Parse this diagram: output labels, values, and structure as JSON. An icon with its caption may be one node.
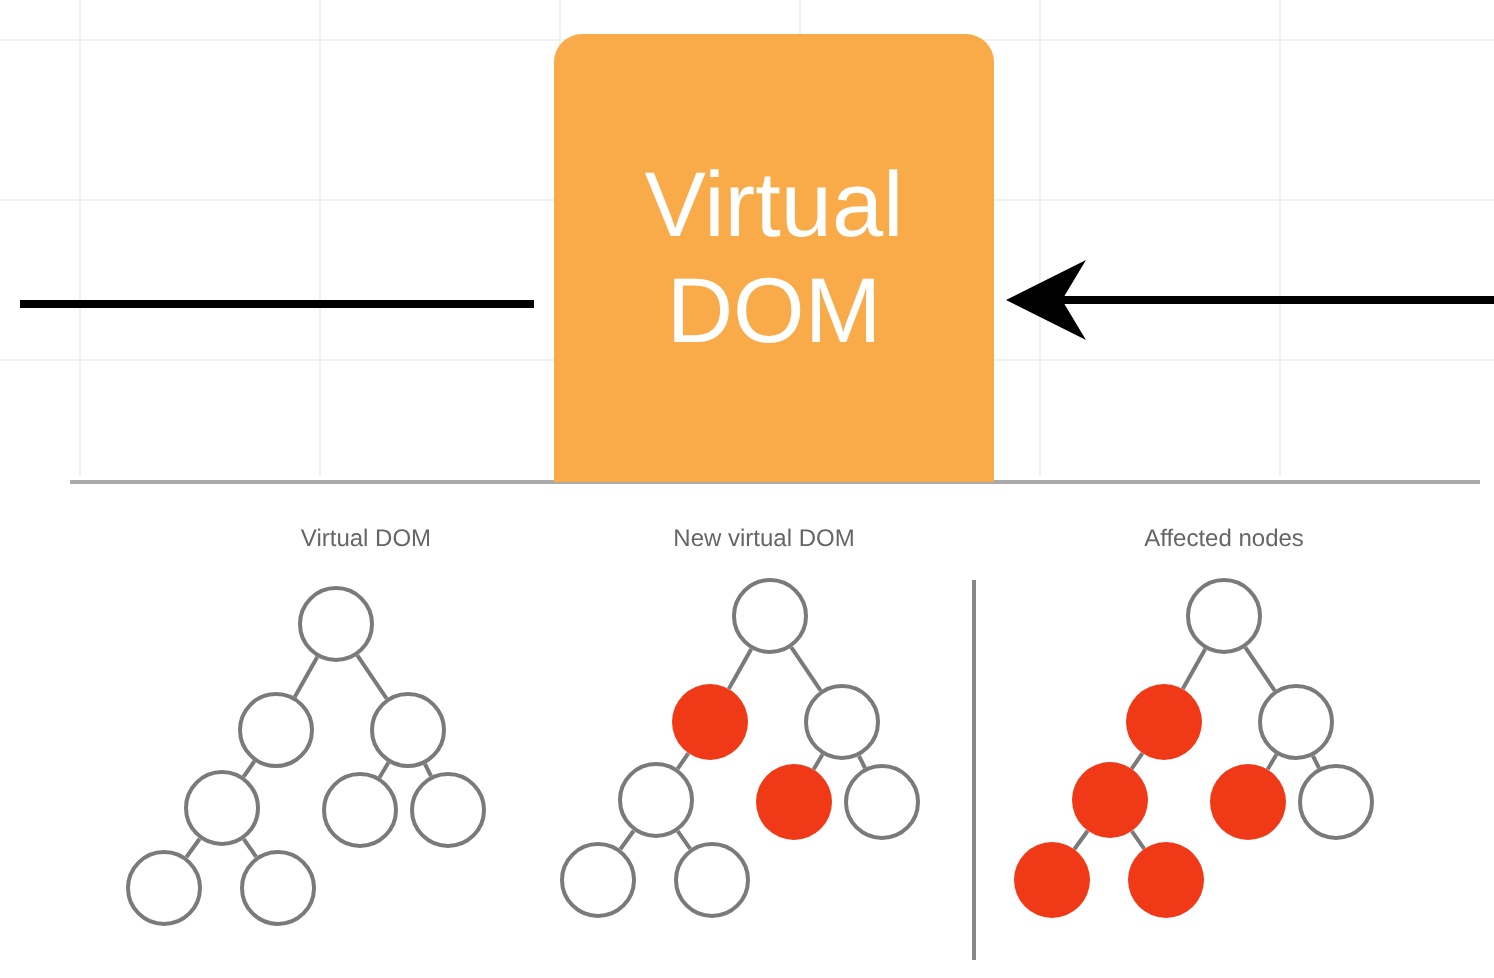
{
  "diagram": {
    "nodes": [
      {
        "text": [
          "Virtual DOM"
        ]
      },
      {
        "text": [],
        "shape": "circle"
      },
      {
        "text": [],
        "shape": "circle"
      },
      {
        "text": [],
        "shape": "circle"
      },
      {
        "text": [],
        "shape": "circle"
      },
      {
        "text": [],
        "shape": "circle"
      },
      {
        "text": [],
        "shape": "circle"
      },
      {
        "text": [],
        "shape": "circle"
      },
      {
        "text": [],
        "shape": "circle"
      },
      {
        "text": [],
        "shape": "circle"
      },
      {
        "text": [],
        "shape": "dot"
      },
      {
        "text": [],
        "shape": "circle"
      },
      {
        "text": [],
        "shape": "circle"
      },
      {
        "text": [],
        "shape": "dot"
      },
      {
        "text": [],
        "shape": "circle"
      },
      {
        "text": [],
        "shape": "circle"
      },
      {
        "text": [],
        "shape": "circle"
      },
      {
        "text": [],
        "shape": "circle"
      },
      {
        "text": [],
        "shape": "dot"
      },
      {
        "text": [],
        "shape": "circle"
      },
      {
        "text": [],
        "shape": "dot"
      },
      {
        "text": [],
        "shape": "dot"
      },
      {
        "text": [],
        "shape": "circle"
      },
      {
        "text": [],
        "shape": "dot"
      },
      {
        "text": [],
        "shape": "dot"
      }
    ],
    "edges": [
      {
        "from": 0,
        "to": null,
        "arrow": "none",
        "style": "thick",
        "color": "#000000"
      },
      {
        "from": null,
        "to": 0,
        "arrow": "to",
        "style": "thick",
        "color": "#000000"
      },
      {
        "from": 1,
        "to": 2,
        "arrow": "none"
      },
      {
        "from": 1,
        "to": 3,
        "arrow": "none"
      },
      {
        "from": 2,
        "to": 4,
        "arrow": "none"
      },
      {
        "from": 3,
        "to": 5,
        "arrow": "none"
      },
      {
        "from": 3,
        "to": 6,
        "arrow": "none"
      },
      {
        "from": 4,
        "to": 7,
        "arrow": "none"
      },
      {
        "from": 4,
        "to": 8,
        "arrow": "none"
      },
      {
        "from": 9,
        "to": 10,
        "arrow": "none"
      },
      {
        "from": 9,
        "to": 11,
        "arrow": "none"
      },
      {
        "from": 10,
        "to": 12,
        "arrow": "none"
      },
      {
        "from": 11,
        "to": 13,
        "arrow": "none"
      },
      {
        "from": 11,
        "to": 14,
        "arrow": "none"
      },
      {
        "from": 12,
        "to": 15,
        "arrow": "none"
      },
      {
        "from": 12,
        "to": 16,
        "arrow": "none"
      },
      {
        "from": 17,
        "to": 18,
        "arrow": "none"
      },
      {
        "from": 17,
        "to": 19,
        "arrow": "none"
      },
      {
        "from": 18,
        "to": 20,
        "arrow": "none"
      },
      {
        "from": 19,
        "to": 21,
        "arrow": "none"
      },
      {
        "from": 19,
        "to": 22,
        "arrow": "none"
      },
      {
        "from": 20,
        "to": 23,
        "arrow": "none"
      },
      {
        "from": 20,
        "to": 24,
        "arrow": "none"
      }
    ],
    "labels": [
      "Virtual DOM",
      "New virtual DOM",
      "Affected nodes"
    ]
  }
}
